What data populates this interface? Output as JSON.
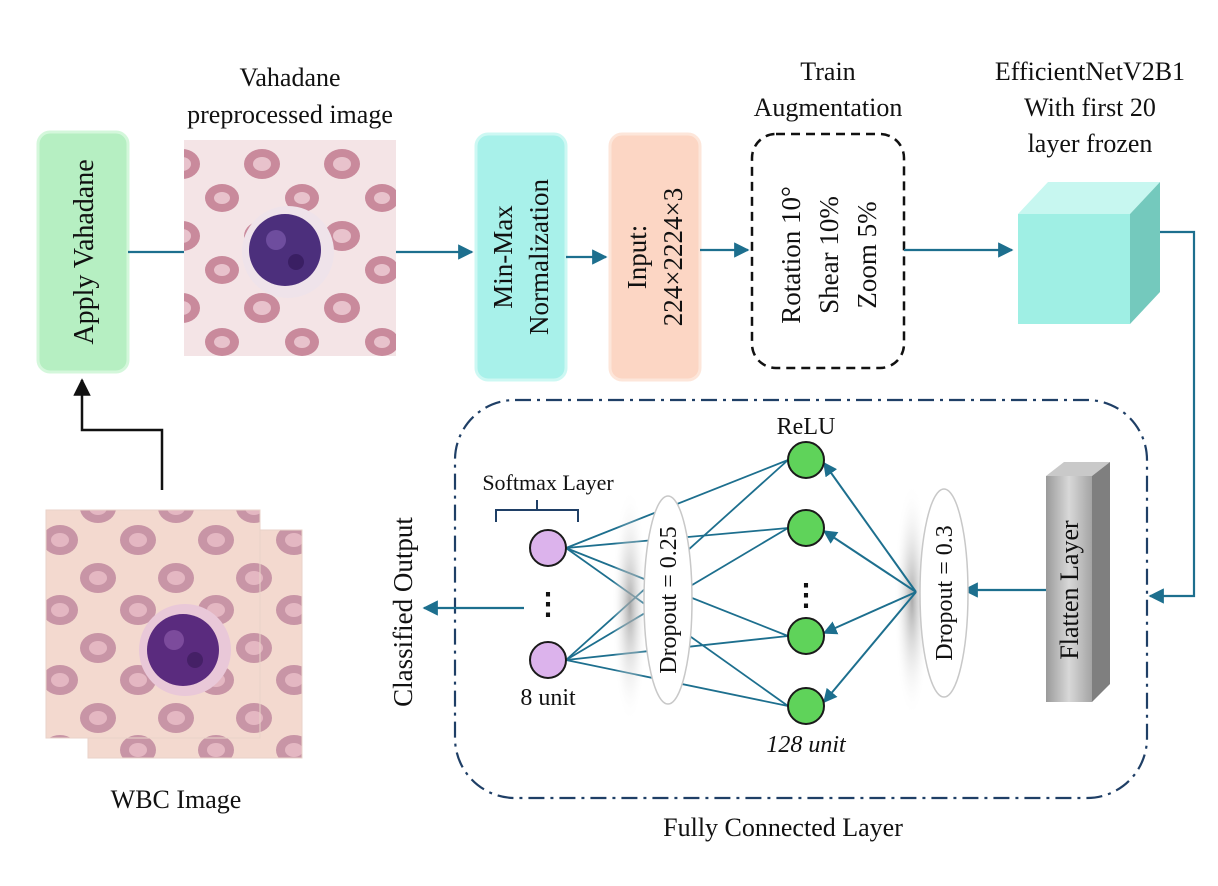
{
  "wbc_image": {
    "label": "WBC Image"
  },
  "apply_vahadane": {
    "label": "Apply Vahadane"
  },
  "vahadane_image": {
    "label_line1": "Vahadane",
    "label_line2": "preprocessed image"
  },
  "normalization": {
    "line1": "Min-Max",
    "line2": "Normalization"
  },
  "input_block": {
    "line1": "Input:",
    "line2": "224×2224×3"
  },
  "augmentation": {
    "title_line1": "Train",
    "title_line2": "Augmentation",
    "items": [
      "Rotation  10°",
      "Shear 10%",
      "Zoom  5%"
    ]
  },
  "efficientnet": {
    "line1": "EfficientNetV2B1",
    "line2": "With first 20",
    "line3": "layer frozen"
  },
  "flatten": {
    "label": "Flatten Layer"
  },
  "fully_connected": {
    "caption": "Fully Connected Layer",
    "dropout_right": "Dropout = 0.3",
    "dropout_left": "Dropout = 0.25",
    "relu_label": "ReLU",
    "hidden_units": "128 unit",
    "softmax_label": "Softmax Layer",
    "output_units": "8 unit",
    "ellipsis": "⋮"
  },
  "classified_output": {
    "label": "Classified Output"
  },
  "colors": {
    "arrow": "#1d6f8e",
    "apply_vahadane_fill": "#b6efc2",
    "normalization_fill": "#a8f1ea",
    "input_fill": "#fcd6c4",
    "cube_front": "#9fefe4",
    "cube_top": "#c7f7f0",
    "cube_side": "#74c9bd",
    "relu_node": "#5fd35a",
    "softmax_node": "#dcb3ec",
    "dash_border": "#1f3f66"
  }
}
